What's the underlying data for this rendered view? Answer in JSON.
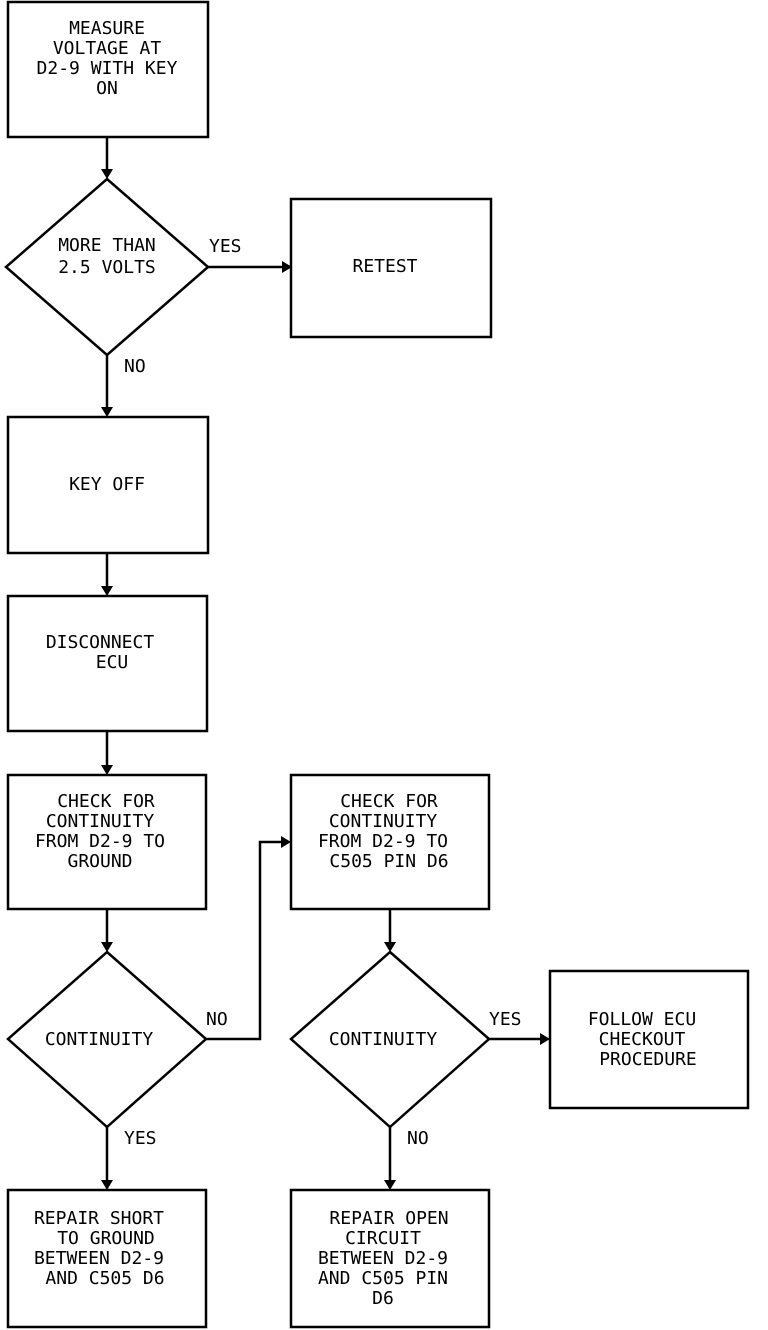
{
  "nodes": {
    "measure_voltage": [
      "MEASURE",
      "VOLTAGE AT",
      "D2-9 WITH KEY",
      "ON"
    ],
    "more_than_volts": [
      "MORE THAN",
      "2.5 VOLTS"
    ],
    "retest": [
      "RETEST"
    ],
    "key_off": [
      "KEY OFF"
    ],
    "disconnect_ecu": [
      "DISCONNECT",
      "ECU"
    ],
    "check_ground": [
      "CHECK FOR",
      "CONTINUITY",
      "FROM D2-9 TO",
      "GROUND"
    ],
    "check_c505": [
      "CHECK FOR",
      "CONTINUITY",
      "FROM D2-9 TO",
      "C505 PIN D6"
    ],
    "continuity_1": [
      "CONTINUITY"
    ],
    "continuity_2": [
      "CONTINUITY"
    ],
    "follow_ecu": [
      "FOLLOW ECU",
      "CHECKOUT",
      "PROCEDURE"
    ],
    "repair_short": [
      "REPAIR SHORT",
      "TO GROUND",
      "BETWEEN D2-9",
      "AND C505 D6"
    ],
    "repair_open": [
      "REPAIR OPEN",
      "CIRCUIT",
      "BETWEEN D2-9",
      "AND C505 PIN",
      "D6"
    ]
  },
  "edge_labels": {
    "volts_yes": "YES",
    "volts_no": "NO",
    "cont1_no": "NO",
    "cont1_yes": "YES",
    "cont2_yes": "YES",
    "cont2_no": "NO"
  }
}
